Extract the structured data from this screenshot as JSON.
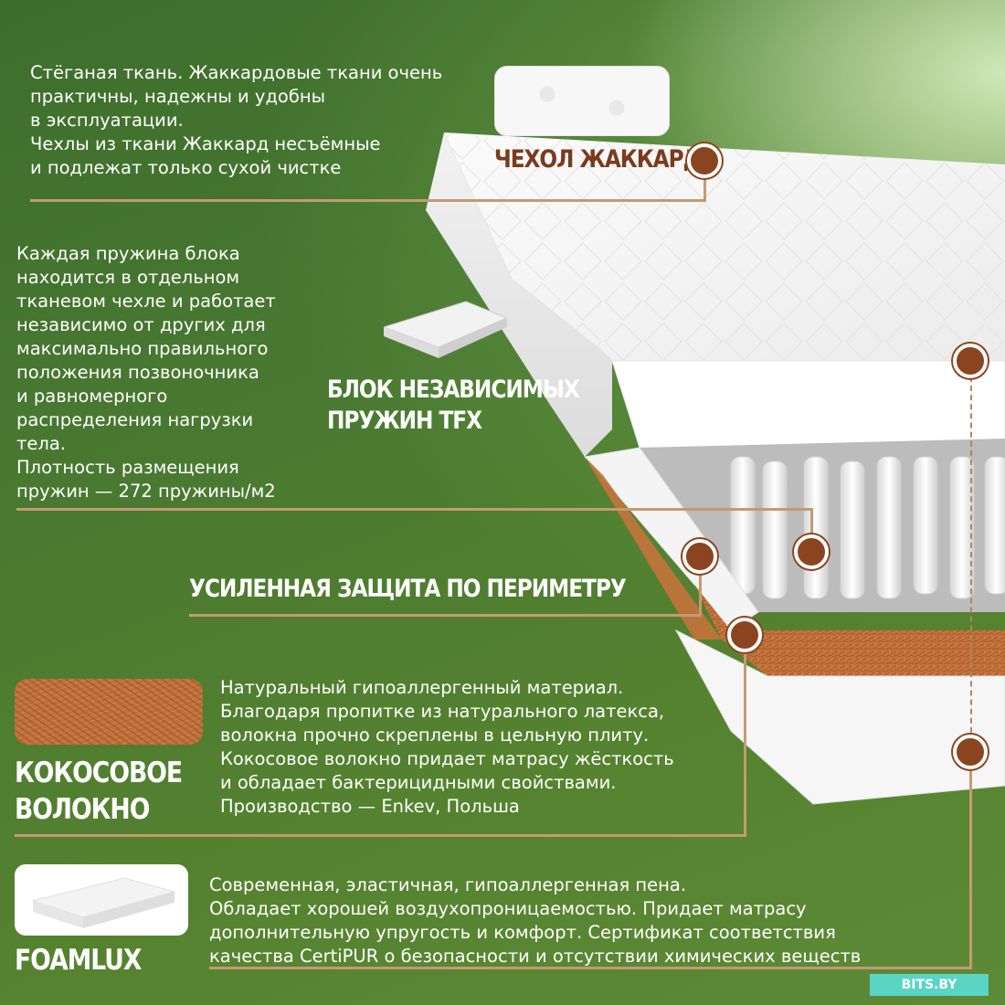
{
  "sections": {
    "cover": {
      "title": "Чехол жаккард",
      "text": "Стёганая ткань. Жаккардовые ткани очень\nпрактичны, надежны и удобны\nв эксплуатации.\nЧехлы из ткани Жаккард несъёмные\nи подлежат только сухой чистке"
    },
    "springs": {
      "title": "Блок независимых\nпружин TFX",
      "text": "Каждая пружина блока\nнаходится в отдельном\nтканевом чехле и работает\nнезависимо от других для\nмаксимально правильного\nположения позвоночника\nи равномерного\nраспределения нагрузки\nтела.\nПлотность размещения\nпружин — 272 пружины/м2"
    },
    "perimeter": {
      "title": "Усиленная защита по периметру"
    },
    "coconut": {
      "title": "Кокосовое\nволокно",
      "text": "Натуральный гипоаллергенный материал.\nБлагодаря пропитке из натурального латекса,\nволокна прочно скреплены в цельную плиту.\nКокосовое волокно придает матрасу жёсткость\nи обладает бактерицидными свойствами.\nПроизводство — Enkev, Польша"
    },
    "foam": {
      "title": "FOAMLUX",
      "text": "Современная, эластичная, гипоаллергенная пена.\nОбладает хорошей воздухопроницаемостью. Придает матрасу\nдополнительную упругость и комфорт. Сертификат соответствия\nкачества CertiPUR о безопасности и отсутствии химических веществ"
    }
  },
  "watermark": "BITS.BY",
  "colors": {
    "background": "#4a7a31",
    "accent_line": "#c59a72",
    "marker": "#8a4520",
    "coconut": "#c0703a",
    "title_brown": "#7a3b1c"
  }
}
